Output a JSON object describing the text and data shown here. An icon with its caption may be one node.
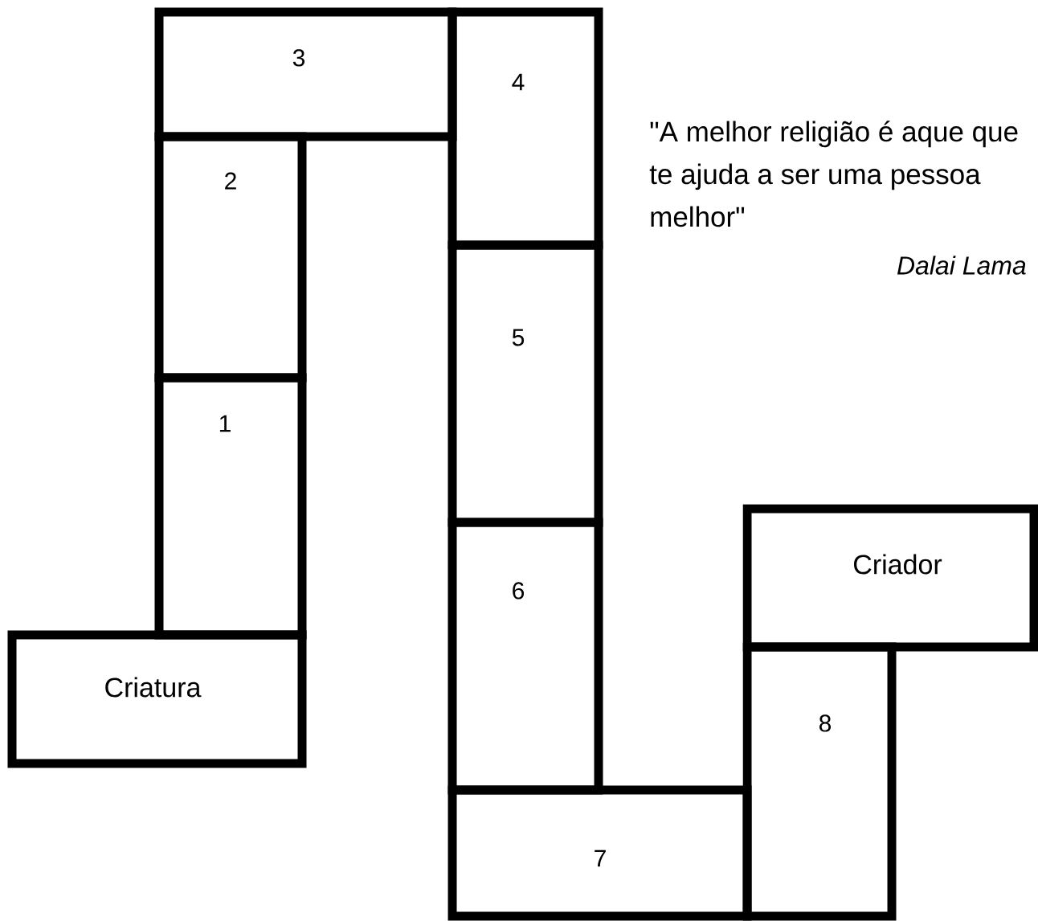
{
  "diagram": {
    "nodes": [
      {
        "text": [
          "Criatura"
        ]
      },
      {
        "text": [
          "1"
        ]
      },
      {
        "text": [
          "2"
        ]
      },
      {
        "text": [
          "3"
        ]
      },
      {
        "text": [
          "4"
        ]
      },
      {
        "text": [
          "5"
        ]
      },
      {
        "text": [
          "6"
        ]
      },
      {
        "text": [
          "7"
        ]
      },
      {
        "text": [
          "8"
        ]
      },
      {
        "text": [
          "Criador"
        ]
      }
    ],
    "labels": [
      "\"A melhor religião é aque que te ajuda a ser uma pessoa melhor\"",
      "Dalai Lama"
    ]
  }
}
